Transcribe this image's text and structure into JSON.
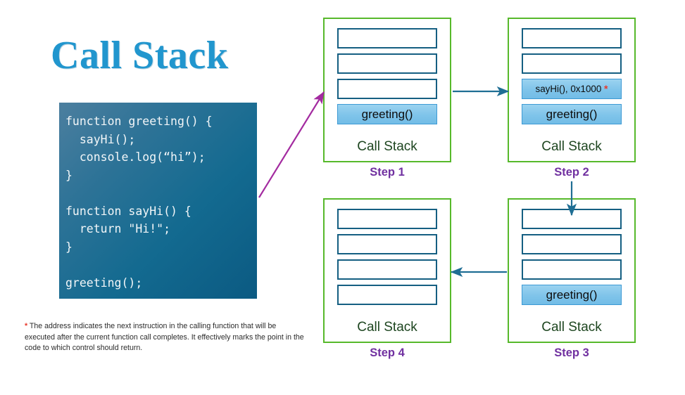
{
  "title": "Call Stack",
  "code": {
    "language": "javascript",
    "text": "function greeting() {\n  sayHi();\n  console.log(“hi”);\n}\n\nfunction sayHi() {\n  return \"Hi!\";\n}\n\ngreeting();"
  },
  "footnote": {
    "marker": "*",
    "text": " The address indicates the next instruction in the calling function that will be executed after the current function call completes. It effectively marks the point in the code to which control should return."
  },
  "stack_caption": "Call Stack",
  "steps": [
    {
      "id": "step1",
      "label": "Step 1",
      "caption": "Call Stack",
      "slots": [
        {
          "text": "",
          "filled": false
        },
        {
          "text": "",
          "filled": false
        },
        {
          "text": "",
          "filled": false
        },
        {
          "text": "greeting()",
          "filled": true,
          "size": "normal"
        }
      ]
    },
    {
      "id": "step2",
      "label": "Step 2",
      "caption": "Call Stack",
      "slots": [
        {
          "text": "",
          "filled": false
        },
        {
          "text": "",
          "filled": false
        },
        {
          "text": "sayHi(), 0x1000",
          "note": "*",
          "filled": true,
          "size": "small"
        },
        {
          "text": "greeting()",
          "filled": true,
          "size": "normal"
        }
      ]
    },
    {
      "id": "step3",
      "label": "Step 3",
      "caption": "Call Stack",
      "slots": [
        {
          "text": "",
          "filled": false
        },
        {
          "text": "",
          "filled": false
        },
        {
          "text": "",
          "filled": false
        },
        {
          "text": "greeting()",
          "filled": true,
          "size": "normal"
        }
      ]
    },
    {
      "id": "step4",
      "label": "Step 4",
      "caption": "Call Stack",
      "slots": [
        {
          "text": "",
          "filled": false
        },
        {
          "text": "",
          "filled": false
        },
        {
          "text": "",
          "filled": false
        },
        {
          "text": "",
          "filled": false
        }
      ]
    }
  ],
  "colors": {
    "title_blue": "#2196CE",
    "code_bg_start": "#4C7F9F",
    "code_bg_end": "#0B5A82",
    "step_border_green": "#57B92B",
    "slot_border_teal": "#155F82",
    "slot_fill_blue": "#7FC4EA",
    "caption_green": "#1E4620",
    "step_label_purple": "#7030A0",
    "asterisk_red": "#E8392B",
    "arrow_teal": "#1F6E94",
    "arrow_purple": "#A32BA0"
  },
  "arrows": [
    {
      "name": "code-to-step1",
      "color": "#A32BA0",
      "from": "code-block",
      "to": "step1"
    },
    {
      "name": "step1-to-step2",
      "color": "#1F6E94",
      "from": "step1",
      "to": "step2"
    },
    {
      "name": "step2-to-step3",
      "color": "#1F6E94",
      "from": "step2",
      "to": "step3"
    },
    {
      "name": "step3-to-step4",
      "color": "#1F6E94",
      "from": "step3",
      "to": "step4"
    }
  ]
}
